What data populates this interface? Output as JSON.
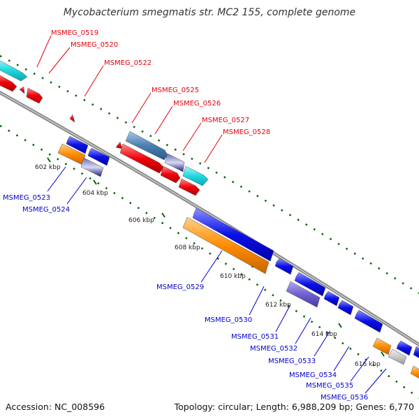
{
  "title": "Mycobacterium smegmatis str. MC2 155, complete genome",
  "footer": {
    "accession": "Accession: NC_008596",
    "topology": "Topology: circular; Length: 6,988,209 bp; Genes: 6,770"
  },
  "colors": {
    "forward_label": "#e8000b",
    "reverse_label": "#0000cc",
    "backbone": "#8a8a8a",
    "tick": "#006400",
    "cyan": "#22d8e0",
    "red": "#f0000a",
    "steel": "#4a80b0",
    "navy": "#1a1a7a",
    "blue": "#0a10e6",
    "orange": "#ff8c00",
    "purple": "#7060d0",
    "gray": "#c8c8c8"
  },
  "ticks": [
    "602 kbp",
    "604 kbp",
    "606 kbp",
    "608 kbp",
    "610 kbp",
    "612 kbp",
    "614 kbp",
    "616 kbp"
  ],
  "forward_genes": [
    "MSMEG_0519",
    "MSMEG_0520",
    "MSMEG_0522",
    "MSMEG_0525",
    "MSMEG_0526",
    "MSMEG_0527",
    "MSMEG_0528"
  ],
  "reverse_genes": [
    "MSMEG_0523",
    "MSMEG_0524",
    "MSMEG_0529",
    "MSMEG_0530",
    "MSMEG_0531",
    "MSMEG_0532",
    "MSMEG_0533",
    "MSMEG_0534",
    "MSMEG_0535",
    "MSMEG_0536"
  ]
}
